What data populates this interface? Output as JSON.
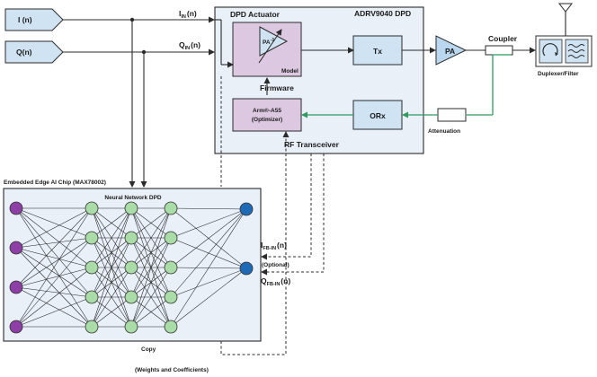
{
  "inputs": {
    "i": "I (n)",
    "q": "Q(n)"
  },
  "signals": {
    "i_in": {
      "base": "I",
      "sub": "IN",
      "suffix": "(n)"
    },
    "q_in": {
      "base": "Q",
      "sub": "IN",
      "suffix": "(n)"
    },
    "i_fb": {
      "base": "I",
      "sub": "FB-IN",
      "suffix": "(n)"
    },
    "q_fb": {
      "base": "Q",
      "sub": "FB-IN",
      "suffix": "(n)"
    }
  },
  "transceiver": {
    "chip_title": "ADRV9040 DPD",
    "actuator_title": "DPD Actuator",
    "pa_inverse": "PA",
    "pa_inverse_sup": "-1",
    "model": "Model",
    "firmware": "Firmware",
    "optimizer_line1": "Arm®-A55",
    "optimizer_line2": "(Optimizer)",
    "tx": "Tx",
    "orx": "ORx",
    "footer": "RF Transceiver"
  },
  "rf_chain": {
    "pa": "PA",
    "coupler": "Coupler",
    "duplexer": "Duplexer/Filter",
    "attenuation": "Attenuation"
  },
  "ai_chip": {
    "title": "Embedded Edge AI Chip (MAX78002)",
    "nn_title": "Neural Network DPD",
    "optional": "(Optional)",
    "copy": "Copy",
    "weights": "(Weights and Coefficients)"
  },
  "network": {
    "layers": [
      4,
      5,
      5,
      5,
      2
    ],
    "colors": [
      "#8e3fa6",
      "#a9dca6",
      "#a9dca6",
      "#a9dca6",
      "#1f6ab7"
    ]
  },
  "colors": {
    "chip_fill": "#e9f0f8",
    "block_fill": "#dcc8e0",
    "tx_fill": "#cfe3f2",
    "pa_fill": "#b9d7ee",
    "feedback": "#2f9a5e"
  }
}
